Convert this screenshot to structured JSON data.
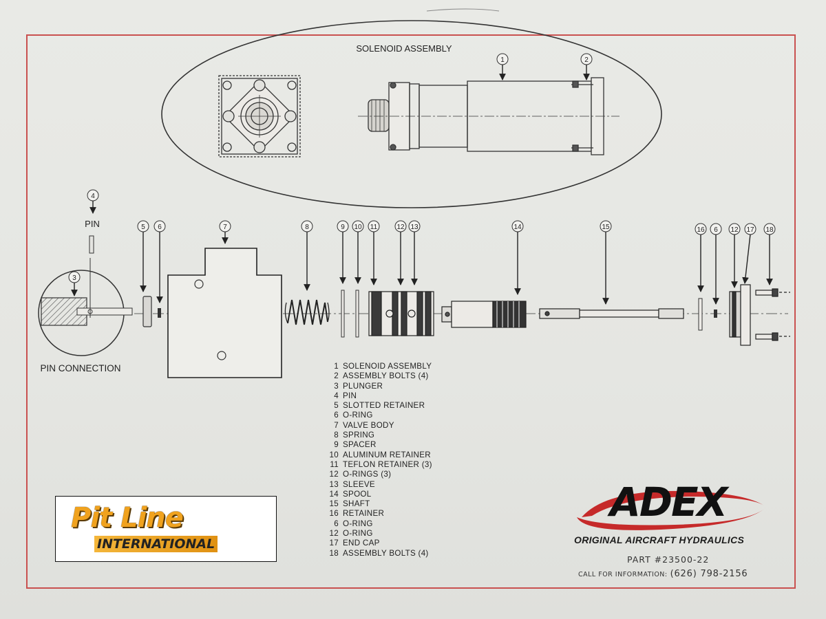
{
  "diagram": {
    "solenoid_title": "SOLENOID ASSEMBLY",
    "pin_label": "PIN",
    "pin_connection_label": "PIN CONNECTION",
    "callouts": {
      "c1": "1",
      "c2": "2",
      "c3": "3",
      "c4": "4",
      "c5": "5",
      "c6a": "6",
      "c7": "7",
      "c8": "8",
      "c9": "9",
      "c10": "10",
      "c11": "11",
      "c12a": "12",
      "c13": "13",
      "c14": "14",
      "c15": "15",
      "c16": "16",
      "c6b": "6",
      "c12b": "12",
      "c17": "17",
      "c18": "18"
    }
  },
  "parts_list": [
    {
      "num": "1",
      "name": "SOLENOID ASSEMBLY"
    },
    {
      "num": "2",
      "name": "ASSEMBLY BOLTS (4)"
    },
    {
      "num": "3",
      "name": "PLUNGER"
    },
    {
      "num": "4",
      "name": "PIN"
    },
    {
      "num": "5",
      "name": "SLOTTED RETAINER"
    },
    {
      "num": "6",
      "name": "O-RING"
    },
    {
      "num": "7",
      "name": "VALVE BODY"
    },
    {
      "num": "8",
      "name": "SPRING"
    },
    {
      "num": "9",
      "name": "SPACER"
    },
    {
      "num": "10",
      "name": "ALUMINUM RETAINER"
    },
    {
      "num": "11",
      "name": "TEFLON RETAINER (3)"
    },
    {
      "num": "12",
      "name": "O-RINGS (3)"
    },
    {
      "num": "13",
      "name": "SLEEVE"
    },
    {
      "num": "14",
      "name": "SPOOL"
    },
    {
      "num": "15",
      "name": "SHAFT"
    },
    {
      "num": "16",
      "name": "RETAINER"
    },
    {
      "num": "6",
      "name": "O-RING"
    },
    {
      "num": "12",
      "name": "O-RING"
    },
    {
      "num": "17",
      "name": "END CAP"
    },
    {
      "num": "18",
      "name": "ASSEMBLY BOLTS (4)"
    }
  ],
  "logos": {
    "pitline_title": "Pit Line",
    "pitline_sub": "INTERNATIONAL",
    "adex_name": "ADEX",
    "adex_tagline": "ORIGINAL AIRCRAFT HYDRAULICS",
    "part_number": "PART #23500-22",
    "call_label": "CALL FOR INFORMATION:",
    "phone": "(626) 798-2156"
  },
  "colors": {
    "frame": "#c9504f",
    "line": "#333333",
    "pitline_orange": "#f0a21e",
    "adex_red": "#c62a2a"
  }
}
